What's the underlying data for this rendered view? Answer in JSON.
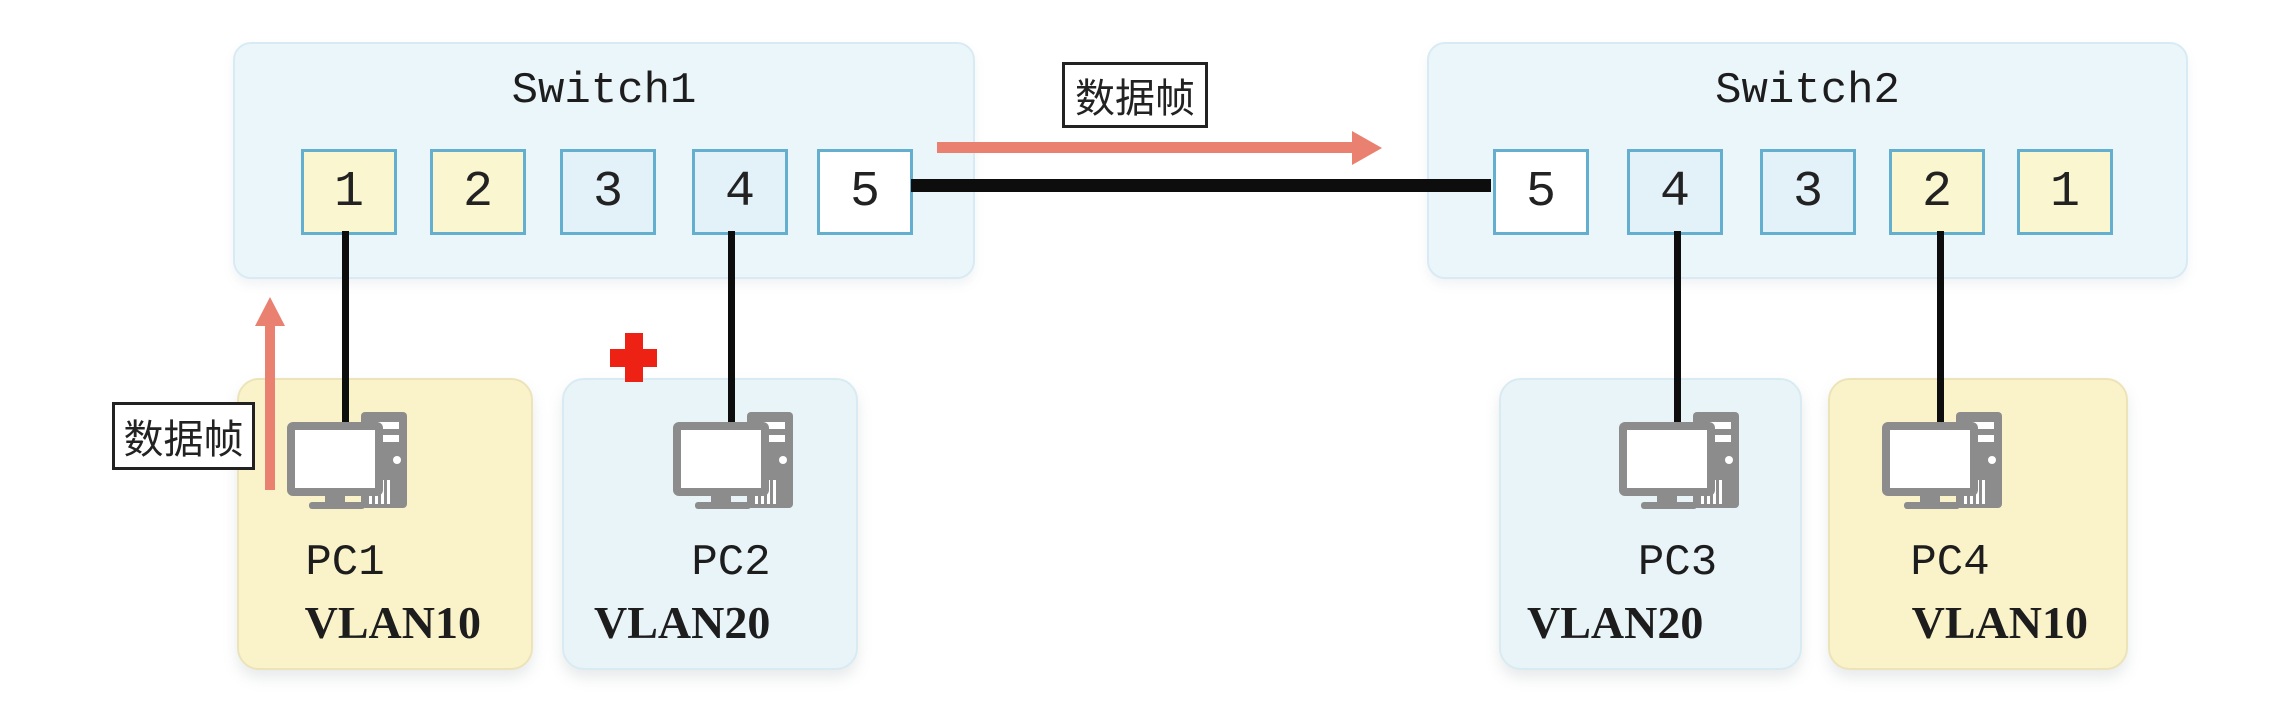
{
  "diagram": {
    "switch1": {
      "name": "Switch1",
      "ports": [
        {
          "label": "1",
          "vlan": "VLAN10"
        },
        {
          "label": "2",
          "vlan": "VLAN10"
        },
        {
          "label": "3",
          "vlan": "VLAN20"
        },
        {
          "label": "4",
          "vlan": "VLAN20"
        },
        {
          "label": "5",
          "vlan": "trunk"
        }
      ]
    },
    "switch2": {
      "name": "Switch2",
      "ports": [
        {
          "label": "5",
          "vlan": "trunk"
        },
        {
          "label": "4",
          "vlan": "VLAN20"
        },
        {
          "label": "3",
          "vlan": "VLAN20"
        },
        {
          "label": "2",
          "vlan": "VLAN10"
        },
        {
          "label": "1",
          "vlan": "VLAN10"
        }
      ]
    },
    "pcs": [
      {
        "name": "PC1",
        "vlan_label": "VLAN10"
      },
      {
        "name": "PC2",
        "vlan_label": "VLAN20"
      },
      {
        "name": "PC3",
        "vlan_label": "VLAN20"
      },
      {
        "name": "PC4",
        "vlan_label": "VLAN10"
      }
    ],
    "labels": {
      "frame_to_switch2": "数据帧",
      "frame_from_pc1": "数据帧"
    },
    "colors": {
      "vlan10_port_fill": "#faf6cf",
      "vlan20_port_fill": "#e3f1f9",
      "trunk_port_fill": "#ffffff",
      "port_border": "#64afcf",
      "switch_fill": "#ebf6fb",
      "vlan10_box_fill": "#faf3ca",
      "vlan20_box_fill": "#e9f4f8",
      "frame_arrow": "#ea8170",
      "blocked_cross": "#ee2115",
      "cable": "#0d0d0d",
      "pc_icon": "#8c8c8c"
    }
  }
}
